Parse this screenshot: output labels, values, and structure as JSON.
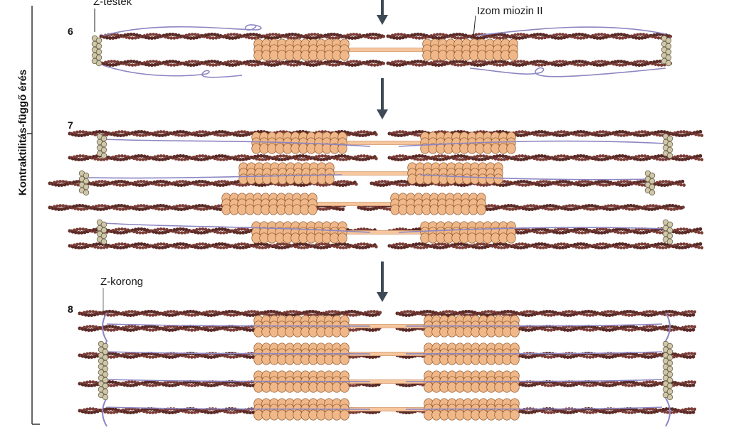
{
  "side_label": "Kontraktilitás-függő érés",
  "labels": {
    "z_bodies": "Z-testek",
    "myosin": "Izom miozin II",
    "z_disc": "Z-korong"
  },
  "steps": [
    {
      "number": "6"
    },
    {
      "number": "7"
    },
    {
      "number": "8"
    }
  ],
  "colors": {
    "actin": "#5a2a26",
    "actin_bead": "#7a3c36",
    "myosin_head": "#f0b888",
    "myosin_head_stroke": "#8a5530",
    "myosin_rod": "#f6c79e",
    "titin": "#8c86c2",
    "z_body": "#cfc7a8",
    "arrow": "#3d4a55",
    "bracket": "#333333"
  }
}
